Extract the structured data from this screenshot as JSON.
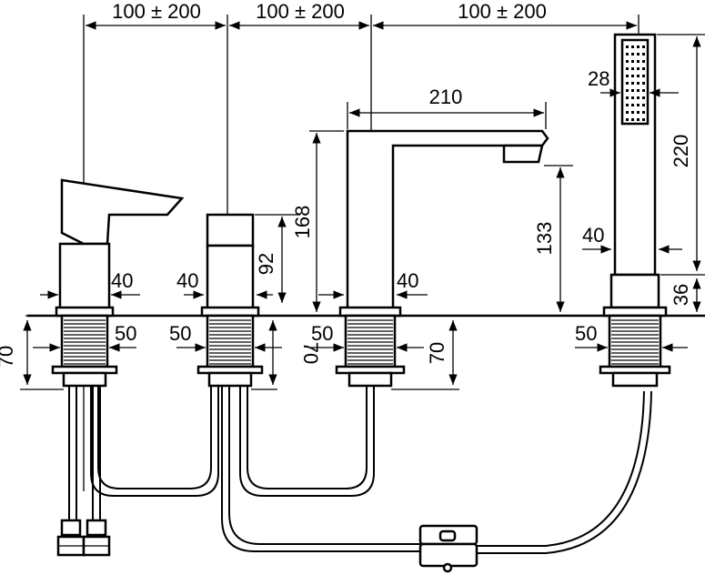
{
  "dimensions": {
    "spacing_1": "100 ± 200",
    "spacing_2": "100 ± 200",
    "spacing_3": "100 ± 200",
    "spout_length": "210",
    "handshower_width": "28",
    "handshower_height": "220",
    "spout_height": "168",
    "spout_outlet_height": "133",
    "valve_height": "92",
    "mixer_diameter": "40",
    "valve_diameter": "40",
    "spout_diameter": "40",
    "holder_diameter": "40",
    "holder_height": "36",
    "mixer_hole": "50",
    "valve_hole": "50",
    "spout_hole": "50",
    "holder_hole": "50",
    "mixer_deck": "70",
    "valve_deck": "70",
    "spout_deck": "70"
  }
}
